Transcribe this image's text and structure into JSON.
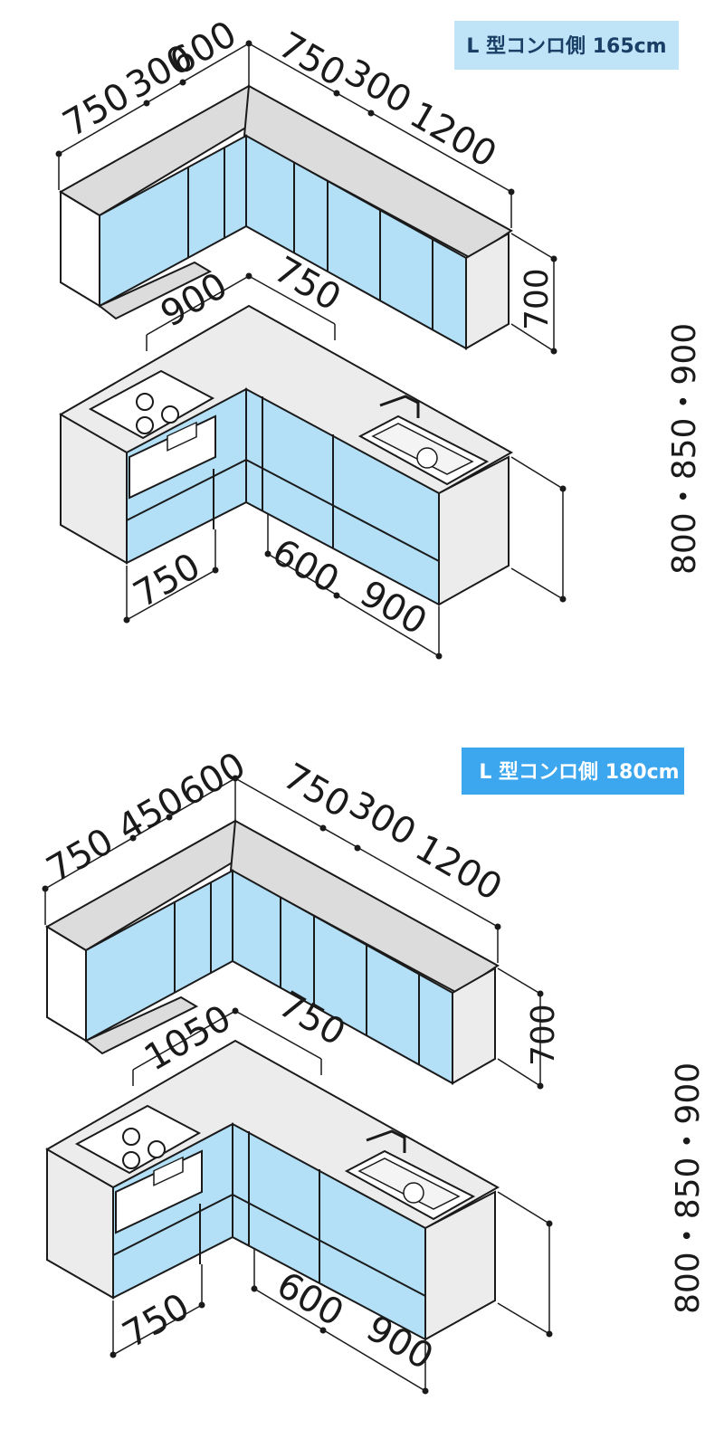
{
  "diagrams": [
    {
      "badge": {
        "text": "L 型コンロ側 165cm",
        "bg": "#bfe4f7",
        "fg": "#1a3f66"
      },
      "wall_widths_left": [
        "750",
        "300",
        "600"
      ],
      "wall_widths_right": [
        "750",
        "300",
        "1200"
      ],
      "wall_height": "700",
      "counter_widths": [
        "900",
        "750"
      ],
      "base_widths_left": [
        "750"
      ],
      "base_widths_right": [
        "600",
        "900"
      ],
      "counter_heights": "800・850・900"
    },
    {
      "badge": {
        "text": "L 型コンロ側 180cm",
        "bg": "#3ca6ee",
        "fg": "#ffffff"
      },
      "wall_widths_left": [
        "750",
        "450",
        "600"
      ],
      "wall_widths_right": [
        "750",
        "300",
        "1200"
      ],
      "wall_height": "700",
      "counter_widths": [
        "1050",
        "750"
      ],
      "base_widths_left": [
        "750"
      ],
      "base_widths_right": [
        "600",
        "900"
      ],
      "counter_heights": "800・850・900"
    }
  ],
  "colors": {
    "door": "#b3e0f7",
    "top": "#dcdcdc",
    "side": "#ececec",
    "line": "#1a1a1a"
  }
}
